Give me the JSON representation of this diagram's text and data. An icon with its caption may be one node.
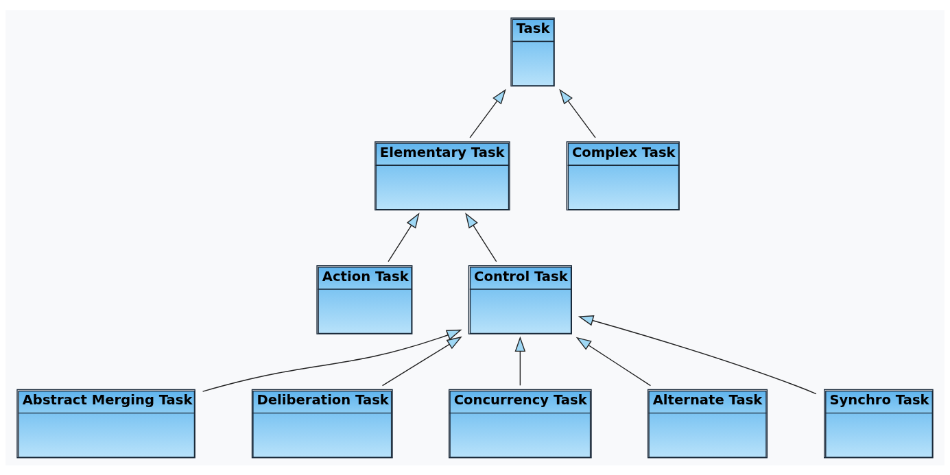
{
  "diagram": {
    "nodes": [
      {
        "text": [
          "Task"
        ]
      },
      {
        "text": [
          "Elementary Task"
        ]
      },
      {
        "text": [
          "Complex Task"
        ]
      },
      {
        "text": [
          "Action Task"
        ]
      },
      {
        "text": [
          "Control Task"
        ]
      },
      {
        "text": [
          "Abstract Merging Task"
        ]
      },
      {
        "text": [
          "Deliberation Task"
        ]
      },
      {
        "text": [
          "Concurrency Task"
        ]
      },
      {
        "text": [
          "Alternate Task"
        ]
      },
      {
        "text": [
          "Synchro Task"
        ]
      }
    ],
    "edges": [
      {
        "from": 1,
        "to": 0,
        "arrow": "to"
      },
      {
        "from": 2,
        "to": 0,
        "arrow": "to"
      },
      {
        "from": 3,
        "to": 1,
        "arrow": "to"
      },
      {
        "from": 4,
        "to": 1,
        "arrow": "to"
      },
      {
        "from": 5,
        "to": 4,
        "arrow": "to"
      },
      {
        "from": 7,
        "to": 4,
        "arrow": "to"
      },
      {
        "from": 8,
        "to": 4,
        "arrow": "to"
      },
      {
        "from": 9,
        "to": 4,
        "arrow": "to"
      },
      {
        "from": 6,
        "to": 4,
        "arrow": "to"
      }
    ]
  }
}
